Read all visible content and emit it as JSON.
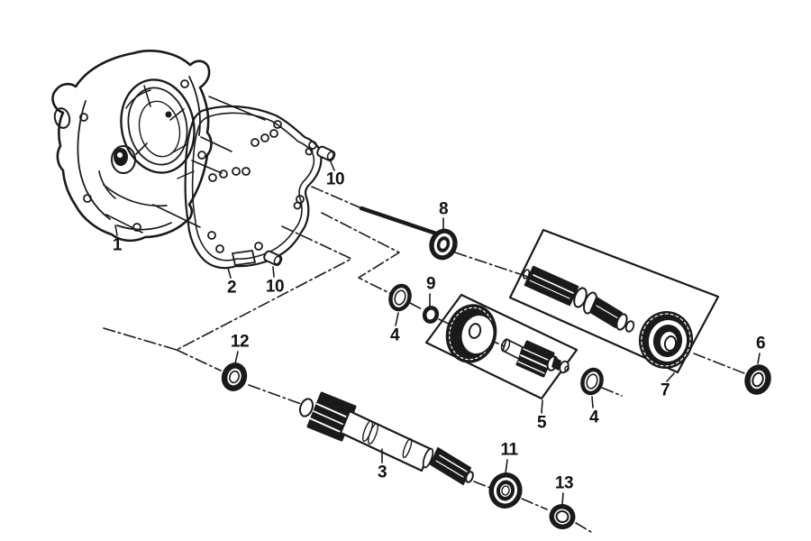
{
  "figure": {
    "background": "#ffffff",
    "ink_color": "#1a1a1a",
    "description_visible_text_only": true
  },
  "callouts": [
    {
      "id": "part-1",
      "label": "1"
    },
    {
      "id": "part-2",
      "label": "2"
    },
    {
      "id": "part-10-upper",
      "label": "10"
    },
    {
      "id": "part-10-lower",
      "label": "10"
    },
    {
      "id": "part-8",
      "label": "8"
    },
    {
      "id": "part-9",
      "label": "9"
    },
    {
      "id": "part-4-left",
      "label": "4"
    },
    {
      "id": "part-5",
      "label": "5"
    },
    {
      "id": "part-4-right",
      "label": "4"
    },
    {
      "id": "part-7",
      "label": "7"
    },
    {
      "id": "part-6",
      "label": "6"
    },
    {
      "id": "part-12",
      "label": "12"
    },
    {
      "id": "part-3",
      "label": "3"
    },
    {
      "id": "part-11",
      "label": "11"
    },
    {
      "id": "part-13",
      "label": "13"
    }
  ]
}
